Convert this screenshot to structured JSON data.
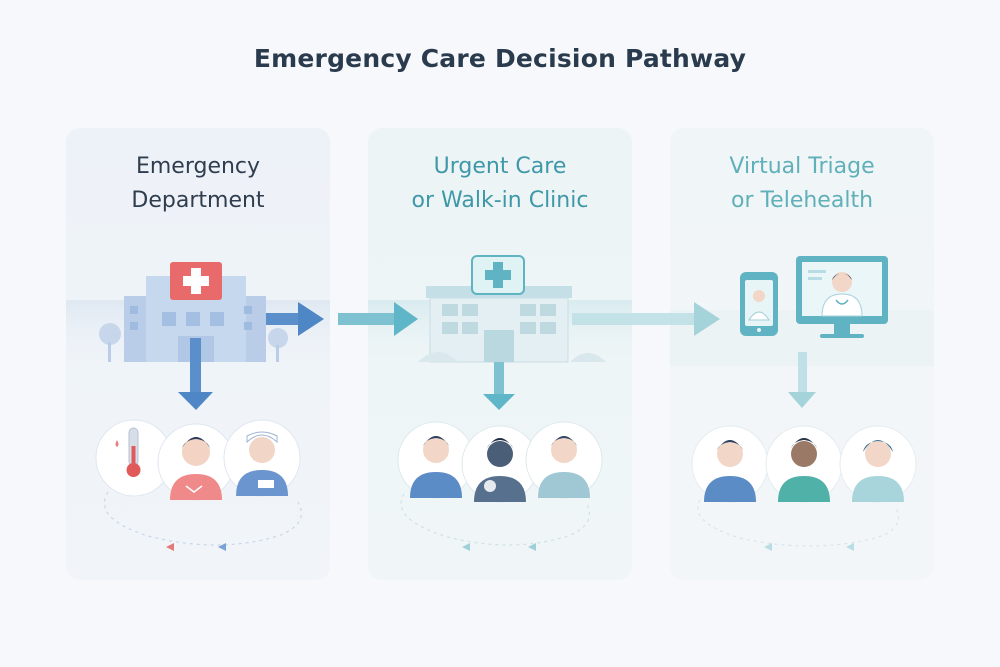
{
  "title": "Emergency Care Decision Pathway",
  "panels": [
    {
      "title_line1": "Emergency",
      "title_line2": "Department",
      "color": "#2f3d4e"
    },
    {
      "title_line1": "Urgent Care",
      "title_line2": "or Walk-in Clinic",
      "color": "#3f98a8"
    },
    {
      "title_line1": "Virtual Triage",
      "title_line2": "or Telehealth",
      "color": "#5fb0b9"
    }
  ],
  "icons": [
    "hospital-icon",
    "cross-icon",
    "tree-icon",
    "thermometer-icon",
    "patient-avatar-icon",
    "clinic-icon",
    "smartphone-icon",
    "monitor-icon",
    "doctor-avatar-icon",
    "arrow-right-icon",
    "arrow-down-icon"
  ],
  "colors": {
    "ed_blue": "#4f86c6",
    "uc_teal": "#4fb1c3",
    "vt_teal": "#8fcfd6",
    "red_cross": "#e86a6a"
  }
}
